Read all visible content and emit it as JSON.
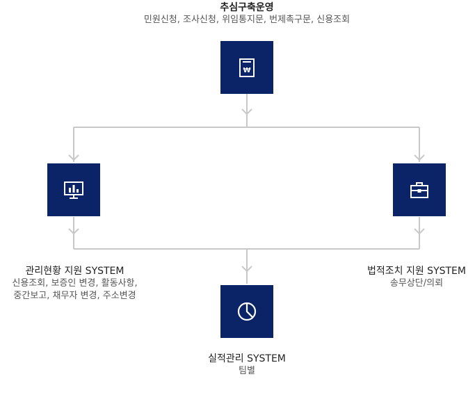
{
  "colors": {
    "box_fill": "#0b2468",
    "connector": "#c8c8c8",
    "icon_stroke": "#ffffff"
  },
  "top": {
    "title": "추심구축운영",
    "desc": "민원신청, 조사신청, 위임통지문, 번제촉구문, 신용조회",
    "icon": "receipt-won-icon"
  },
  "left": {
    "title": "관리현황 지원 SYSTEM",
    "desc_lines": [
      "신용조회, 보증인 변경, 활동사항,",
      "중간보고, 채무자 변경, 주소변경"
    ],
    "icon": "monitor-chart-icon"
  },
  "right": {
    "title": "법적조치 지원 SYSTEM",
    "desc": "송무상단/의뢰",
    "icon": "briefcase-icon"
  },
  "bottom": {
    "title": "실적관리 SYSTEM",
    "desc": "팀별",
    "icon": "pie-chart-icon"
  }
}
